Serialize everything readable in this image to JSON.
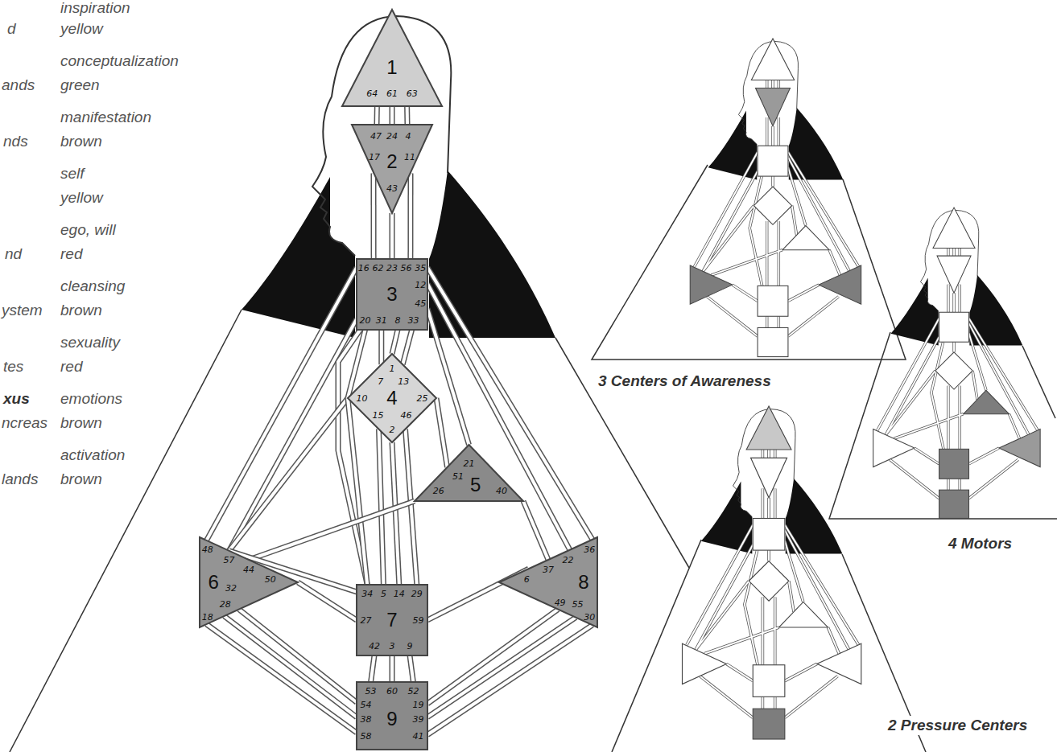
{
  "diagram": {
    "nodes": [
      {
        "text": [
          "1",
          "64",
          "61",
          "63"
        ]
      },
      {
        "text": [
          "2",
          "47",
          "24",
          "4",
          "17",
          "11",
          "43"
        ]
      },
      {
        "text": [
          "3",
          "16",
          "62",
          "23",
          "56",
          "35",
          "12",
          "45",
          "20",
          "31",
          "8",
          "33"
        ]
      },
      {
        "text": [
          "4",
          "1",
          "7",
          "13",
          "10",
          "25",
          "15",
          "46",
          "2"
        ]
      },
      {
        "text": [
          "5",
          "21",
          "51",
          "26",
          "40"
        ]
      },
      {
        "text": [
          "6",
          "48",
          "57",
          "44",
          "50",
          "32",
          "28",
          "18"
        ]
      },
      {
        "text": [
          "7",
          "34",
          "5",
          "14",
          "29",
          "27",
          "59",
          "42",
          "3",
          "9"
        ]
      },
      {
        "text": [
          "8",
          "36",
          "22",
          "37",
          "6",
          "49",
          "55",
          "30"
        ]
      },
      {
        "text": [
          "9",
          "53",
          "60",
          "52",
          "54",
          "19",
          "38",
          "39",
          "58",
          "41"
        ]
      }
    ],
    "edges": [
      {
        "from": 0,
        "to": 1,
        "arrow": "none"
      },
      {
        "from": 0,
        "to": 1,
        "arrow": "none"
      },
      {
        "from": 0,
        "to": 1,
        "arrow": "none"
      },
      {
        "from": 1,
        "to": 2,
        "arrow": "none"
      },
      {
        "from": 1,
        "to": 2,
        "arrow": "none"
      },
      {
        "from": 1,
        "to": 2,
        "arrow": "none"
      },
      {
        "from": 2,
        "to": 3,
        "arrow": "none"
      },
      {
        "from": 2,
        "to": 3,
        "arrow": "none"
      },
      {
        "from": 2,
        "to": 3,
        "arrow": "none"
      },
      {
        "from": 2,
        "to": 3,
        "arrow": "none"
      },
      {
        "from": 2,
        "to": 4,
        "arrow": "none"
      },
      {
        "from": 2,
        "to": 5,
        "arrow": "none"
      },
      {
        "from": 2,
        "to": 5,
        "arrow": "none"
      },
      {
        "from": 2,
        "to": 6,
        "arrow": "none"
      },
      {
        "from": 2,
        "to": 7,
        "arrow": "none"
      },
      {
        "from": 2,
        "to": 7,
        "arrow": "none"
      },
      {
        "from": 3,
        "to": 4,
        "arrow": "none"
      },
      {
        "from": 3,
        "to": 6,
        "arrow": "none"
      },
      {
        "from": 3,
        "to": 6,
        "arrow": "none"
      },
      {
        "from": 3,
        "to": 6,
        "arrow": "none"
      },
      {
        "from": 3,
        "to": 5,
        "arrow": "none"
      },
      {
        "from": 3,
        "to": 6,
        "arrow": "none"
      },
      {
        "from": 4,
        "to": 5,
        "arrow": "none"
      },
      {
        "from": 4,
        "to": 7,
        "arrow": "none"
      },
      {
        "from": 5,
        "to": 6,
        "arrow": "none"
      },
      {
        "from": 5,
        "to": 6,
        "arrow": "none"
      },
      {
        "from": 5,
        "to": 8,
        "arrow": "none"
      },
      {
        "from": 5,
        "to": 8,
        "arrow": "none"
      },
      {
        "from": 5,
        "to": 8,
        "arrow": "none"
      },
      {
        "from": 6,
        "to": 8,
        "arrow": "none"
      },
      {
        "from": 6,
        "to": 8,
        "arrow": "none"
      },
      {
        "from": 6,
        "to": 8,
        "arrow": "none"
      },
      {
        "from": 7,
        "to": 6,
        "arrow": "none"
      },
      {
        "from": 7,
        "to": 8,
        "arrow": "none"
      },
      {
        "from": 7,
        "to": 8,
        "arrow": "none"
      },
      {
        "from": 7,
        "to": 8,
        "arrow": "none"
      }
    ],
    "labels": [
      "inspiration",
      "d",
      "yellow",
      "conceptualization",
      "ands",
      "green",
      "manifestation",
      "nds",
      "brown",
      "self",
      "yellow",
      "ego, will",
      "nd",
      "red",
      "cleansing",
      "ystem",
      "brown",
      "sexuality",
      "tes",
      "red",
      "xus",
      "emotions",
      "ncreas",
      "brown",
      "activation",
      "lands",
      "brown",
      "3 Centers of Awareness",
      "4 Motors",
      "2 Pressure Centers"
    ]
  }
}
